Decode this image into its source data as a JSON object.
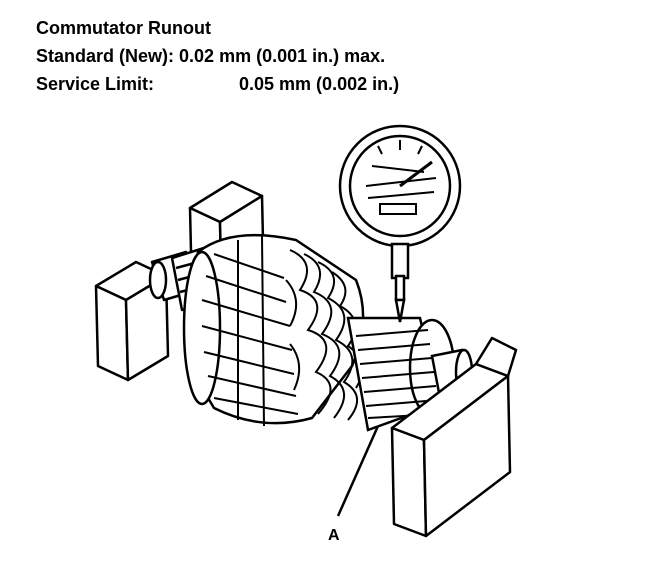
{
  "heading": "Commutator Runout",
  "standard": {
    "label": "Standard (New):",
    "value": "0.02 mm (0.001 in.) max."
  },
  "service_limit": {
    "label": "Service Limit:",
    "value": "0.05 mm (0.002 in.)"
  },
  "callout": {
    "letter": "A"
  },
  "colors": {
    "ink": "#000000",
    "paper": "#ffffff"
  }
}
